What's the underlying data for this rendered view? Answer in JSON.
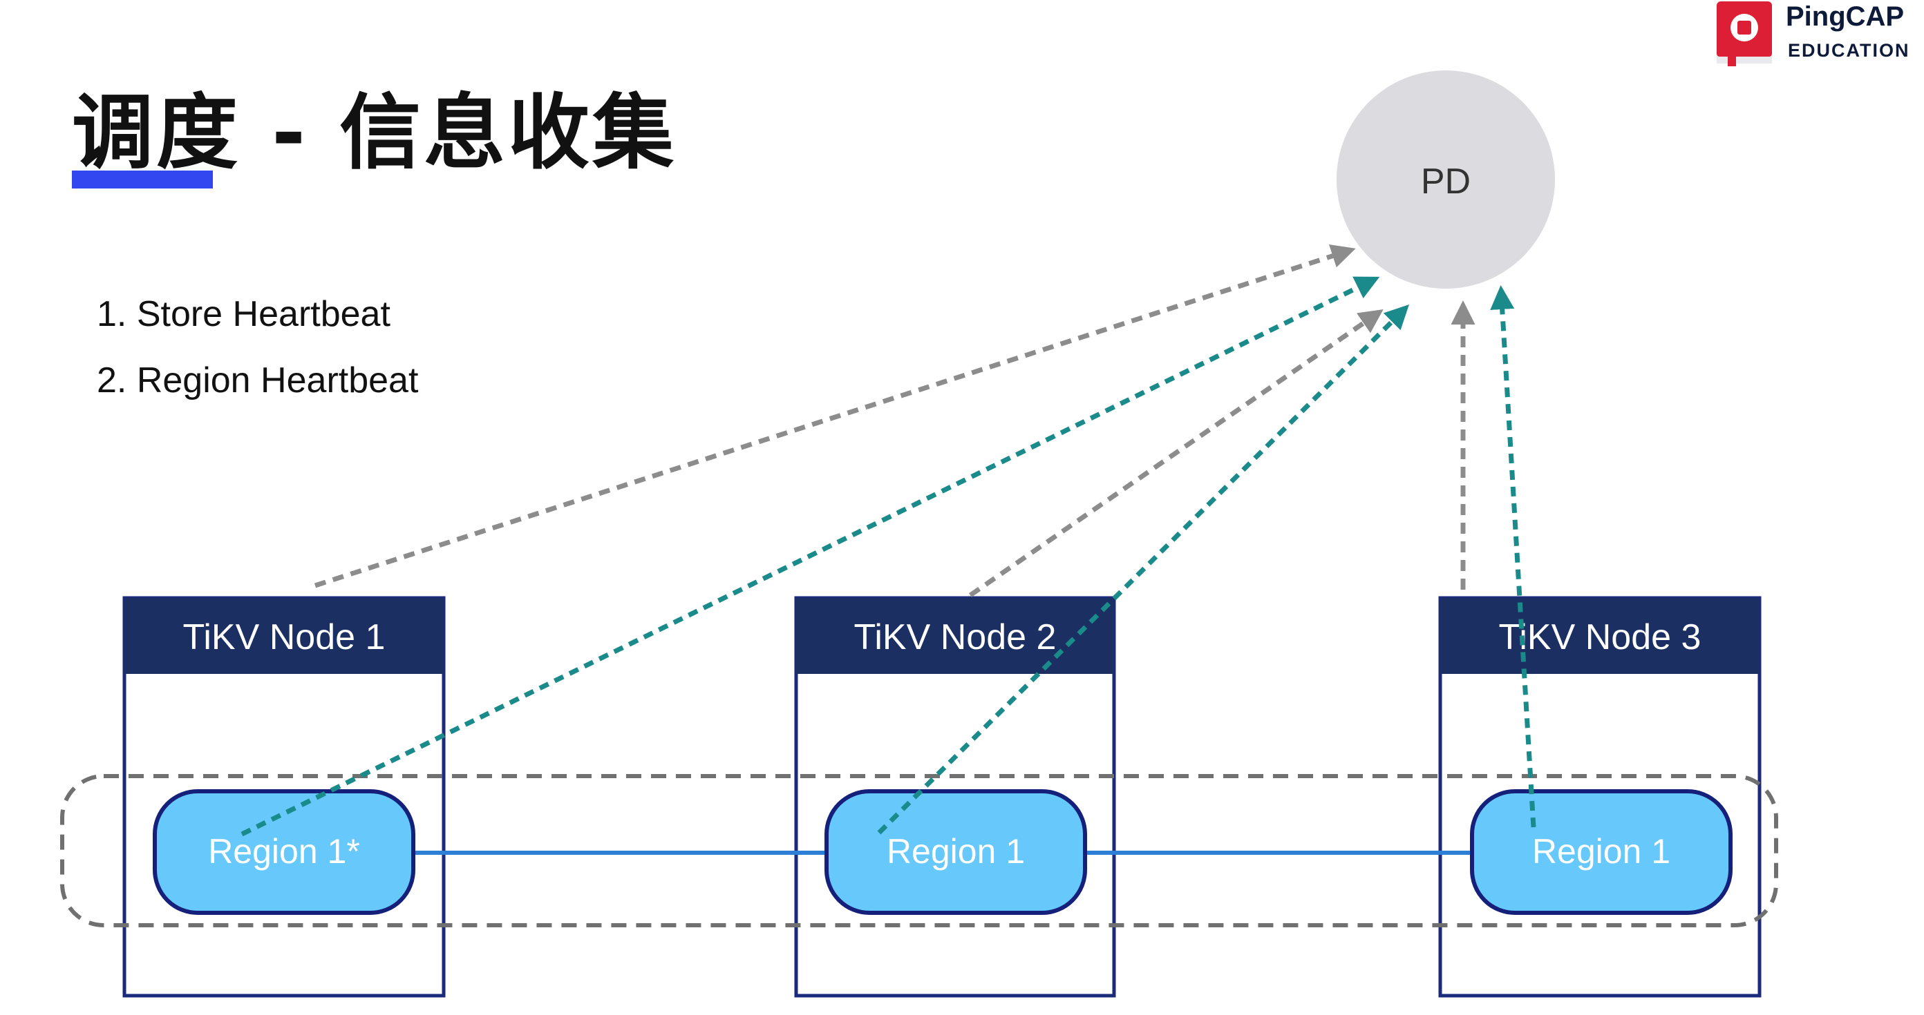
{
  "slide": {
    "title": "调度 - 信息收集",
    "items": [
      "1. Store Heartbeat",
      "2. Region Heartbeat"
    ]
  },
  "logo": {
    "name": "PingCAP",
    "subtitle": "EDUCATION"
  },
  "pd": {
    "label": "PD"
  },
  "nodes": [
    {
      "label": "TiKV Node 1",
      "region": "Region 1*"
    },
    {
      "label": "TiKV Node 2",
      "region": "Region 1"
    },
    {
      "label": "TiKV Node 3",
      "region": "Region 1"
    }
  ],
  "colors": {
    "accent": "#3347f0",
    "node_header": "#1b2f62",
    "node_border": "#1b2a7a",
    "region_fill": "#66c8fb",
    "region_border": "#14207a",
    "replication_line": "#2d7fd6",
    "pd_fill": "#dcdce0",
    "store_heartbeat": "#8c8c8c",
    "region_heartbeat": "#1a8a8a",
    "logo_red": "#dc1f34"
  }
}
